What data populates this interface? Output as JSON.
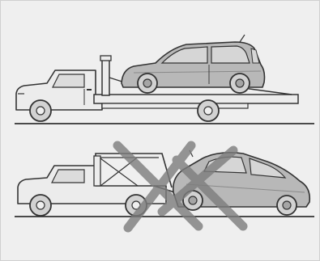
{
  "figure": {
    "panels": [
      {
        "id": "flatbed",
        "status": "correct"
      },
      {
        "id": "wheel-lift",
        "status": "incorrect"
      }
    ],
    "colors": {
      "background": "#efefef",
      "frame": "#d0d0d0",
      "outline": "#333333",
      "truck_fill": "#ececec",
      "car_fill": "#b8b8b8",
      "car_shade": "#a5a5a5",
      "window_fill": "#d6d6d6",
      "wheel_fill": "#d2d2d2",
      "cross_color": "#7d7d7d"
    },
    "icons": [
      "flatbed-tow-truck",
      "wheel-lift-tow-truck",
      "prohibited-x-mark"
    ]
  }
}
